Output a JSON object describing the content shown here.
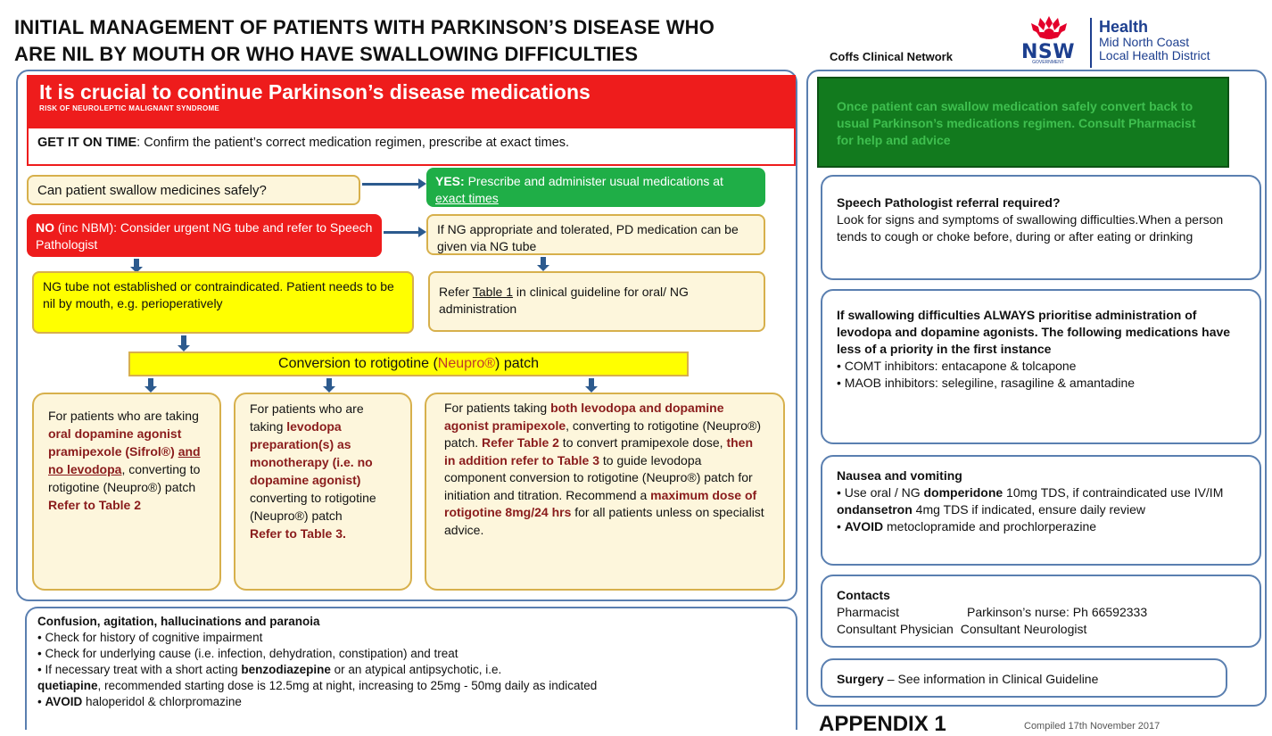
{
  "header": {
    "title_line1": "INITIAL MANAGEMENT OF PATIENTS WITH PARKINSON’S DISEASE WHO",
    "title_line2": "ARE NIL BY MOUTH OR WHO HAVE SWALLOWING DIFFICULTIES",
    "network": "Coffs Clinical Network",
    "logo_nsw": "NSW",
    "logo_gov": "GOVERNMENT",
    "logo_health": "Health",
    "logo_district_1": "Mid North Coast",
    "logo_district_2": "Local Health District"
  },
  "banner": {
    "title": "It is crucial to continue Parkinson’s disease medications",
    "subtitle": "RISK OF NEUROLEPTIC MALIGNANT SYNDROME",
    "get_on_time_bold": "GET IT ON TIME",
    "get_on_time_text": ":  Confirm the patient’s correct medication regimen, prescribe at exact times."
  },
  "flow": {
    "question": "Can patient swallow medicines safely?",
    "yes_bold": "YES:",
    "yes_text": "  Prescribe and administer usual medications at ",
    "yes_link": "exact times",
    "no_bold": "NO",
    "no_text": " (inc NBM): Consider urgent NG tube and refer to Speech Pathologist",
    "ng_ok": "If NG appropriate and tolerated, PD medication can be given via NG tube",
    "refer_pre": "Refer ",
    "refer_link": "Table 1",
    "refer_post": " in clinical guideline for oral/ NG administration",
    "ng_not": "NG tube  not established or contraindicated. Patient needs to be nil by mouth, e.g. perioperatively",
    "conversion_pre": "Conversion to rotigotine (",
    "conversion_brand": "Neupro®",
    "conversion_post": ") patch"
  },
  "columns": {
    "col1": {
      "a": "For patients who are taking ",
      "b": "oral dopamine agonist pramipexole (Sifrol®) ",
      "c": "and no levodopa",
      "d": ", converting to rotigotine (Neupro®) patch",
      "e": "Refer to Table  2"
    },
    "col2": {
      "a": "For patients who are taking ",
      "b": "levodopa preparation(s) as monotherapy (i.e. no dopamine agonist)",
      "c": " converting to rotigotine (Neupro®) patch",
      "d": "Refer to Table  3."
    },
    "col3": {
      "a": "For patients taking ",
      "b": "both levodopa and dopamine agonist pramipexole",
      "c": ", converting to rotigotine (Neupro®) patch. ",
      "d": "Refer Table  2",
      "e": " to convert pramipexole dose, ",
      "f": "then in addition refer to Table  3",
      "g": " to guide levodopa component conversion to rotigotine (Neupro®) patch for initiation and titration. Recommend  a ",
      "h": "maximum dose of rotigotine 8mg/24 hrs",
      "i": " for all patients unless on specialist advice."
    }
  },
  "confusion": {
    "title": "Confusion, agitation, hallucinations and paranoia",
    "item1": "Check for history of cognitive impairment",
    "item2": "Check for underlying cause (i.e. infection, dehydration, constipation) and treat",
    "item3_a": "If necessary treat with a short acting ",
    "item3_b": "benzodiazepine",
    "item3_c": " or an atypical antipsychotic, i.e.",
    "item3_d": "quetiapine",
    "item3_e": ", recommended starting dose is 12.5mg at night, increasing to 25mg - 50mg daily as indicated",
    "item4_a": "AVOID",
    "item4_b": " haloperidol & chlorpromazine"
  },
  "right": {
    "green_box": "Once patient can swallow medication safely convert back to usual Parkinson’s medications regimen. Consult Pharmacist for help and advice",
    "speech_title": "Speech Pathologist  referral required?",
    "speech_text": "Look for signs and symptoms of swallowing difficulties.When a person tends to cough or choke before, during or after eating or drinking",
    "prior_title": "If swallowing  difficulties  ALWAYS prioritise administration  of levodopa and dopamine agonists.  The following medications have less of a priority in the first instance",
    "prior_item1": "COMT inhibitors: entacapone & tolcapone",
    "prior_item2": "MAOB inhibitors: selegiline, rasagiline & amantadine",
    "nausea_title": "Nausea and vomiting",
    "nausea_1a": "Use oral / NG ",
    "nausea_1b": "domperidone",
    "nausea_1c": " 10mg TDS, if contraindicated use IV/IM ",
    "nausea_1d": "ondansetron",
    "nausea_1e": " 4mg TDS if indicated, ensure daily review",
    "nausea_2a": "AVOID",
    "nausea_2b": " metoclopramide and prochlorperazine",
    "contacts_title": "Contacts",
    "contacts_pharm": "Pharmacist",
    "contacts_nurse": "Parkinson’s nurse: Ph 66592333",
    "contacts_phys": "Consultant Physician",
    "contacts_neuro": "Consultant Neurologist",
    "surgery_bold": "Surgery",
    "surgery_text": " – See  information in Clinical Guideline",
    "appendix": "APPENDIX 1",
    "compiled": "Compiled 17th November 2017"
  }
}
